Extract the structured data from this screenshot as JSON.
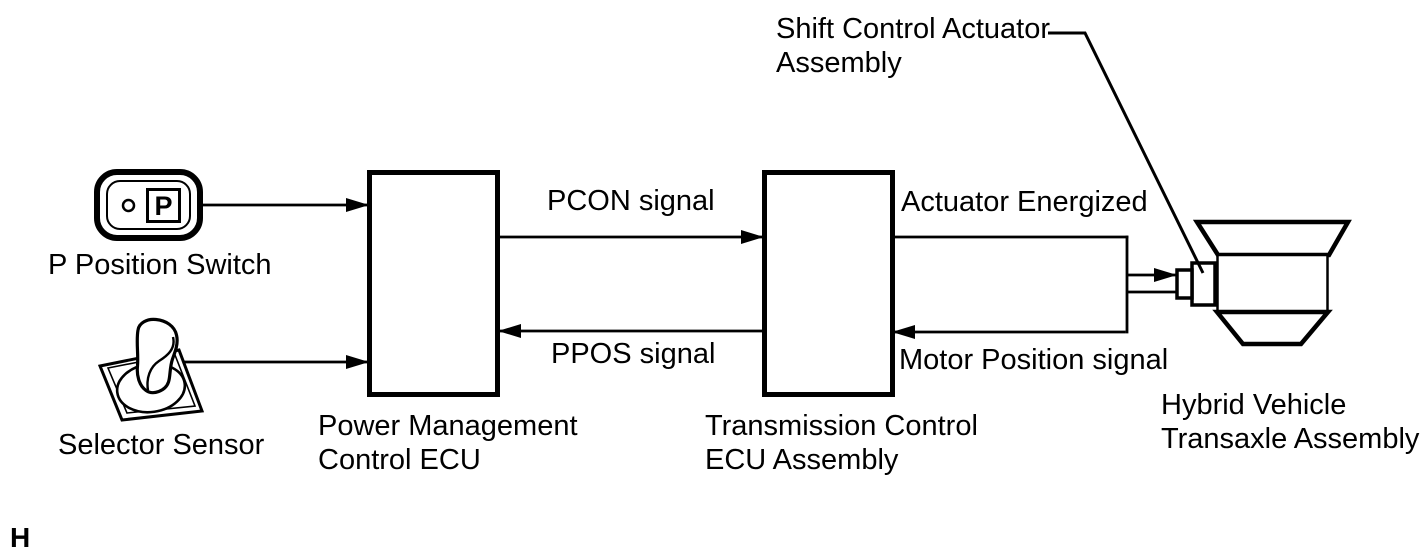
{
  "diagram": {
    "type": "system-block-diagram",
    "page_marker": "H",
    "colors": {
      "line": "#000000",
      "background": "#ffffff"
    },
    "labels": {
      "shift_control_actuator": {
        "line1": "Shift Control Actuator",
        "line2": "Assembly"
      },
      "p_position_switch": "P Position Switch",
      "selector_sensor": "Selector Sensor",
      "power_management_ecu": {
        "line1": "Power Management",
        "line2": "Control ECU"
      },
      "transmission_ecu": {
        "line1": "Transmission Control",
        "line2": "ECU Assembly"
      },
      "hybrid_transaxle": {
        "line1": "Hybrid Vehicle",
        "line2": "Transaxle Assembly"
      },
      "p_switch_glyph": "P"
    },
    "signals": {
      "pcon": "PCON signal",
      "ppos": "PPOS signal",
      "actuator_energized": "Actuator Energized",
      "motor_position": "Motor Position signal"
    },
    "connections": [
      {
        "from": "P Position Switch",
        "to": "Power Management Control ECU",
        "label": ""
      },
      {
        "from": "Selector Sensor",
        "to": "Power Management Control ECU",
        "label": ""
      },
      {
        "from": "Power Management Control ECU",
        "to": "Transmission Control ECU Assembly",
        "label": "PCON signal"
      },
      {
        "from": "Transmission Control ECU Assembly",
        "to": "Power Management Control ECU",
        "label": "PPOS signal"
      },
      {
        "from": "Transmission Control ECU Assembly",
        "to": "Hybrid Vehicle Transaxle Assembly",
        "label": "Actuator Energized"
      },
      {
        "from": "Hybrid Vehicle Transaxle Assembly",
        "to": "Transmission Control ECU Assembly",
        "label": "Motor Position signal"
      }
    ]
  }
}
